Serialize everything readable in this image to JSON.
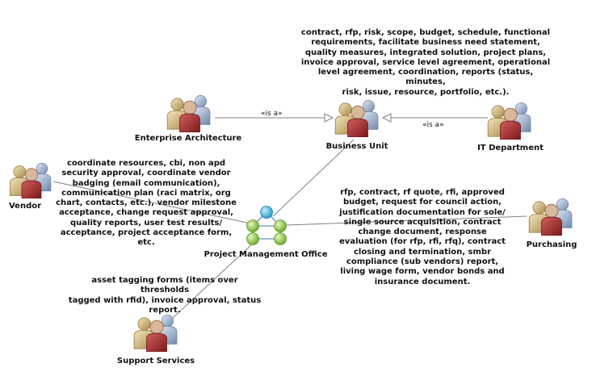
{
  "nodes": {
    "enterprise_architecture": {
      "label": "Enterprise Architecture",
      "icon": "people-group-icon"
    },
    "business_unit": {
      "label": "Business Unit",
      "icon": "people-group-icon"
    },
    "it_department": {
      "label": "IT Department",
      "icon": "people-group-icon"
    },
    "vendor": {
      "label": "Vendor",
      "icon": "people-group-icon"
    },
    "pmo": {
      "label": "Project Management Office",
      "icon": "network-hub-icon"
    },
    "purchasing": {
      "label": "Purchasing",
      "icon": "people-group-icon"
    },
    "support_services": {
      "label": "Support Services",
      "icon": "people-group-icon"
    }
  },
  "relations": {
    "ea_is_a": "«is a»",
    "it_is_a": "«is a»"
  },
  "notes": {
    "business_unit": "contract, rfp, risk, scope, budget, schedule, functional\nrequirements, facilitate business need statement,\nquality measures, integrated solution, project plans,\ninvoice approval, service level agreement, operational\nlevel agreement, coordination, reports (status, minutes,\nrisk, issue, resource, portfolio, etc.).",
    "vendor": "coordinate resources, cbi, non apd\nsecurity approval, coordinate vendor\nbadging (email communication),\ncommunication plan (raci matrix, org\nchart, contacts, etc.), vendor milestone\nacceptance, change request approval,\nquality reports, user test results/\nacceptance, project acceptance form, etc.",
    "purchasing": "rfp, contract, rf quote, rfi, approved\nbudget, request for council action,\njustification documentation for sole/\nsingle source acquisition, contract\nchange document, response\nevaluation (for rfp, rfi, rfq), contract\nclosing and termination, smbr\ncompliance (sub vendors) report,\nliving wage form, vendor bonds and\ninsurance document.",
    "support_services": "asset tagging forms (items over thresholds\ntagged with rfid), invoice approval, status\nreport."
  },
  "colors": {
    "line": "#808080",
    "person_gold": "#c9b27a",
    "person_red": "#9e2b2b",
    "person_blue": "#8fa6c8",
    "hub_cyan": "#3fb7d9",
    "hub_green": "#8fcb3f"
  }
}
